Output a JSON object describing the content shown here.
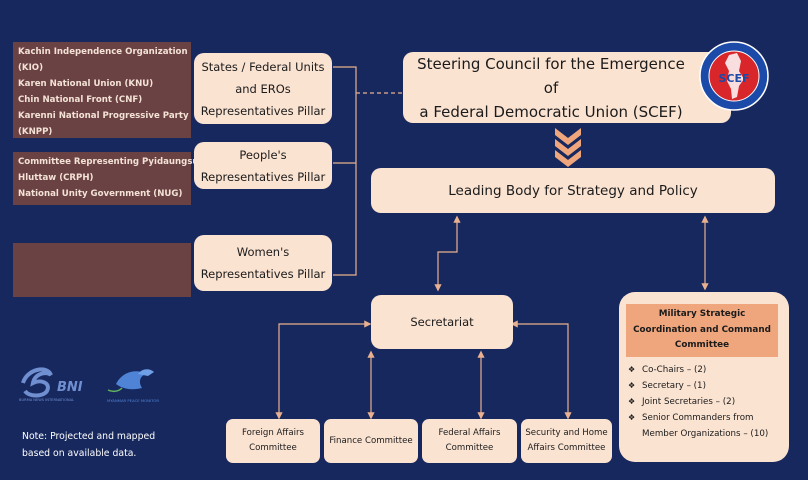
{
  "steering": {
    "line1": "Steering Council for the Emergence of",
    "line2": "a Federal Democratic Union (SCEF)"
  },
  "logo": {
    "text": "SCEF",
    "color_outer": "#1c4aa8",
    "color_inner": "#d8262a"
  },
  "leading": {
    "label": "Leading Body for Strategy and Policy"
  },
  "secretariat": {
    "label": "Secretariat"
  },
  "pillars": [
    {
      "line1": "States / Federal Units",
      "line2": "and EROs",
      "line3": "Representatives Pillar"
    },
    {
      "line1": "People's",
      "line2": "Representatives Pillar"
    },
    {
      "line1": "Women's",
      "line2": "Representatives Pillar"
    }
  ],
  "orgs_group1": [
    "Kachin Independence Organization",
    "(KIO)",
    "Karen National Union (KNU)",
    "Chin National Front (CNF)",
    "Karenni National Progressive Party",
    "(KNPP)"
  ],
  "orgs_group2": [
    "Committee Representing Pyidaungsu",
    "Hluttaw (CRPH)",
    "National Unity Government (NUG)"
  ],
  "committees": [
    {
      "line1": "Foreign Affairs",
      "line2": "Committee"
    },
    {
      "line1": "Finance Committee"
    },
    {
      "line1": "Federal Affairs",
      "line2": "Committee"
    },
    {
      "line1": "Security and Home",
      "line2": "Affairs Committee"
    }
  ],
  "military": {
    "title1": "Military Strategic",
    "title2": "Coordination and Command",
    "title3": "Committee",
    "items": [
      "Co-Chairs – (2)",
      "Secretary – (1)",
      "Joint Secretaries – (2)",
      "Senior Commanders from",
      "Member Organizations – (10)"
    ]
  },
  "brands": {
    "bni_short": "BNI",
    "bni_full": "BURMA NEWS INTERNATIONAL",
    "mpm": "MYANMAR PEACE MONITOR"
  },
  "note": {
    "line1": "Note: Projected and mapped",
    "line2": "based on available data."
  },
  "colors": {
    "background": "#17285e",
    "box": "#fbe3d2",
    "org": "#6b4244",
    "accent": "#efa67d",
    "connector": "#e9b18f"
  }
}
